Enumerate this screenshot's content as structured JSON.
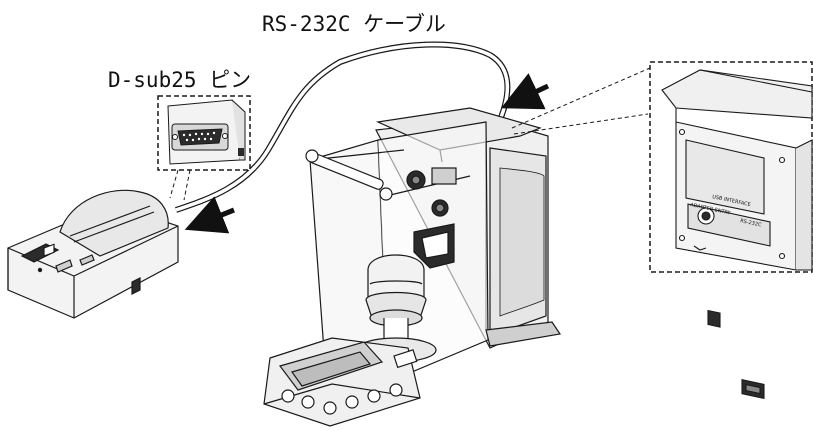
{
  "labels": {
    "cable": "RS-232C ケーブル",
    "connector": "D-sub25 ピン"
  },
  "panel": {
    "port_label": "RS-232C",
    "adapter_label": "ADAPTER ENTRY",
    "interface_label": "USB INTERFACE"
  },
  "colors": {
    "line": "#1a1a1a",
    "glass": "#e6e6e6",
    "body": "#f2f2f2",
    "dark": "#2b2b2b"
  }
}
